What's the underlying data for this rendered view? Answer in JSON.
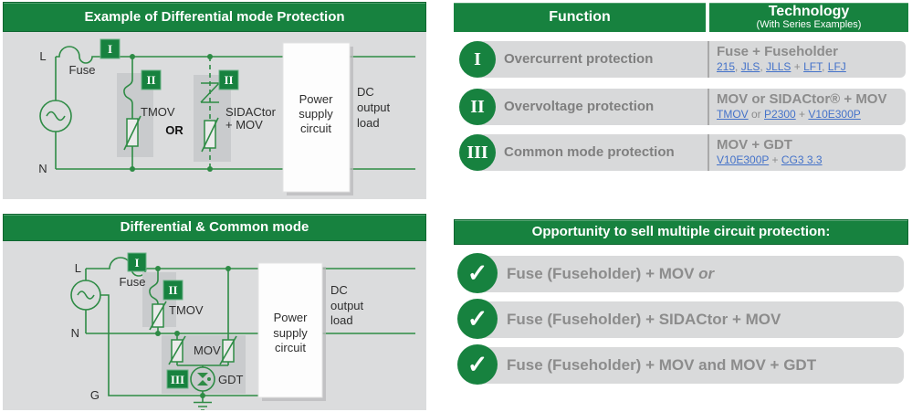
{
  "colors": {
    "brand_green": "#17823f",
    "circuit_green": "#2e8b45",
    "panel_gray": "#dbdcdd",
    "bar_gray": "#d8d9da",
    "text_gray": "#8c8c8c",
    "link_blue": "#4472c9"
  },
  "panel_top_left": {
    "title": "Example of Differential mode Protection",
    "diagram": {
      "line_l": "L",
      "line_n": "N",
      "fuse": "Fuse",
      "badge_fuse": "I",
      "badge_tmov": "II",
      "badge_sidactor": "II",
      "tmov": "TMOV",
      "or": "OR",
      "sidactor_1": "SIDACtor",
      "sidactor_2": "+ MOV",
      "psu": [
        "Power",
        "supply",
        "circuit"
      ],
      "dc_load": [
        "DC",
        "output",
        "load"
      ]
    }
  },
  "panel_bottom_left": {
    "title": "Differential & Common mode",
    "diagram": {
      "line_l": "L",
      "line_n": "N",
      "line_g": "G",
      "fuse": "Fuse",
      "badge_fuse": "I",
      "badge_tmov": "II",
      "badge_gdt": "III",
      "tmov": "TMOV",
      "mov": "MOV",
      "gdt": "GDT",
      "psu": [
        "Power",
        "supply",
        "circuit"
      ],
      "dc_load": [
        "DC",
        "output",
        "load"
      ]
    }
  },
  "panel_table": {
    "header": {
      "function": "Function",
      "technology": "Technology",
      "technology_sub": "(With Series Examples)"
    },
    "rows": [
      {
        "numeral": "I",
        "function": "Overcurrent protection",
        "tech_title": "Fuse + Fuseholder",
        "tech_parts": [
          {
            "text": "215",
            "link": true
          },
          {
            "text": ", ",
            "link": false
          },
          {
            "text": "JLS",
            "link": true
          },
          {
            "text": ", ",
            "link": false
          },
          {
            "text": "JLLS",
            "link": true
          },
          {
            "text": " + ",
            "link": false
          },
          {
            "text": "LFT",
            "link": true
          },
          {
            "text": ", ",
            "link": false
          },
          {
            "text": "LFJ",
            "link": true
          }
        ]
      },
      {
        "numeral": "II",
        "function": "Overvoltage protection",
        "tech_title": "MOV or SIDACtor® + MOV",
        "tech_parts": [
          {
            "text": "TMOV",
            "link": true
          },
          {
            "text": " or ",
            "link": false
          },
          {
            "text": "P2300",
            "link": true
          },
          {
            "text": " + ",
            "link": false
          },
          {
            "text": "V10E300P",
            "link": true
          }
        ]
      },
      {
        "numeral": "III",
        "function": "Common mode protection",
        "tech_title": "MOV + GDT",
        "tech_parts": [
          {
            "text": "V10E300P",
            "link": true
          },
          {
            "text": " + ",
            "link": false
          },
          {
            "text": "CG3 3.3",
            "link": true
          }
        ]
      }
    ]
  },
  "panel_opportunity": {
    "title": "Opportunity to sell multiple circuit protection:",
    "check": "✓",
    "items": [
      {
        "text": "Fuse (Fuseholder) + MOV ",
        "suffix_italic": "or"
      },
      {
        "text": "Fuse (Fuseholder) + SIDACtor + MOV",
        "suffix_italic": ""
      },
      {
        "text": "Fuse (Fuseholder) + MOV and MOV + GDT",
        "suffix_italic": ""
      }
    ]
  }
}
